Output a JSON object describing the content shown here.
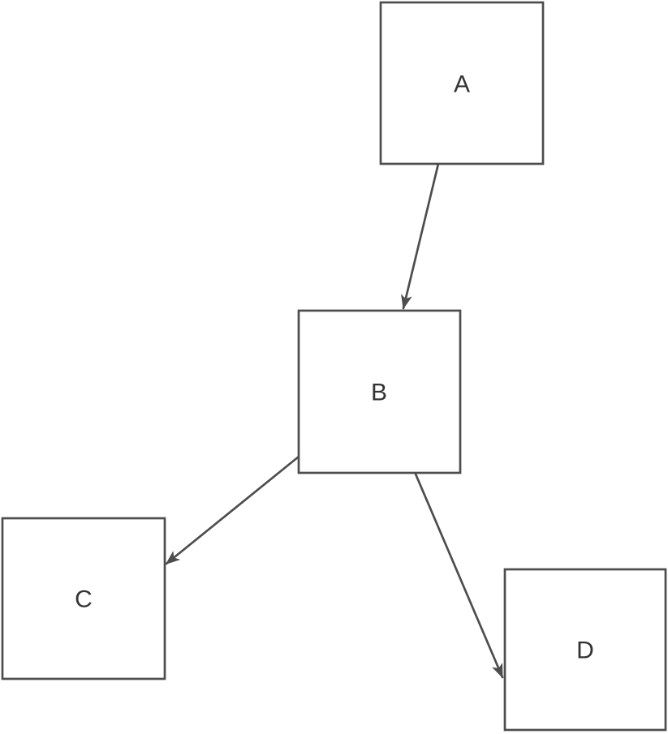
{
  "diagram": {
    "colors": {
      "stroke": "#4d4d4d",
      "label": "#333333",
      "background": "#ffffff"
    },
    "nodes": [
      {
        "id": "A",
        "label": "A"
      },
      {
        "id": "B",
        "label": "B"
      },
      {
        "id": "C",
        "label": "C"
      },
      {
        "id": "D",
        "label": "D"
      }
    ],
    "edges": [
      {
        "from": "A",
        "to": "B"
      },
      {
        "from": "B",
        "to": "C"
      },
      {
        "from": "B",
        "to": "D"
      }
    ]
  }
}
